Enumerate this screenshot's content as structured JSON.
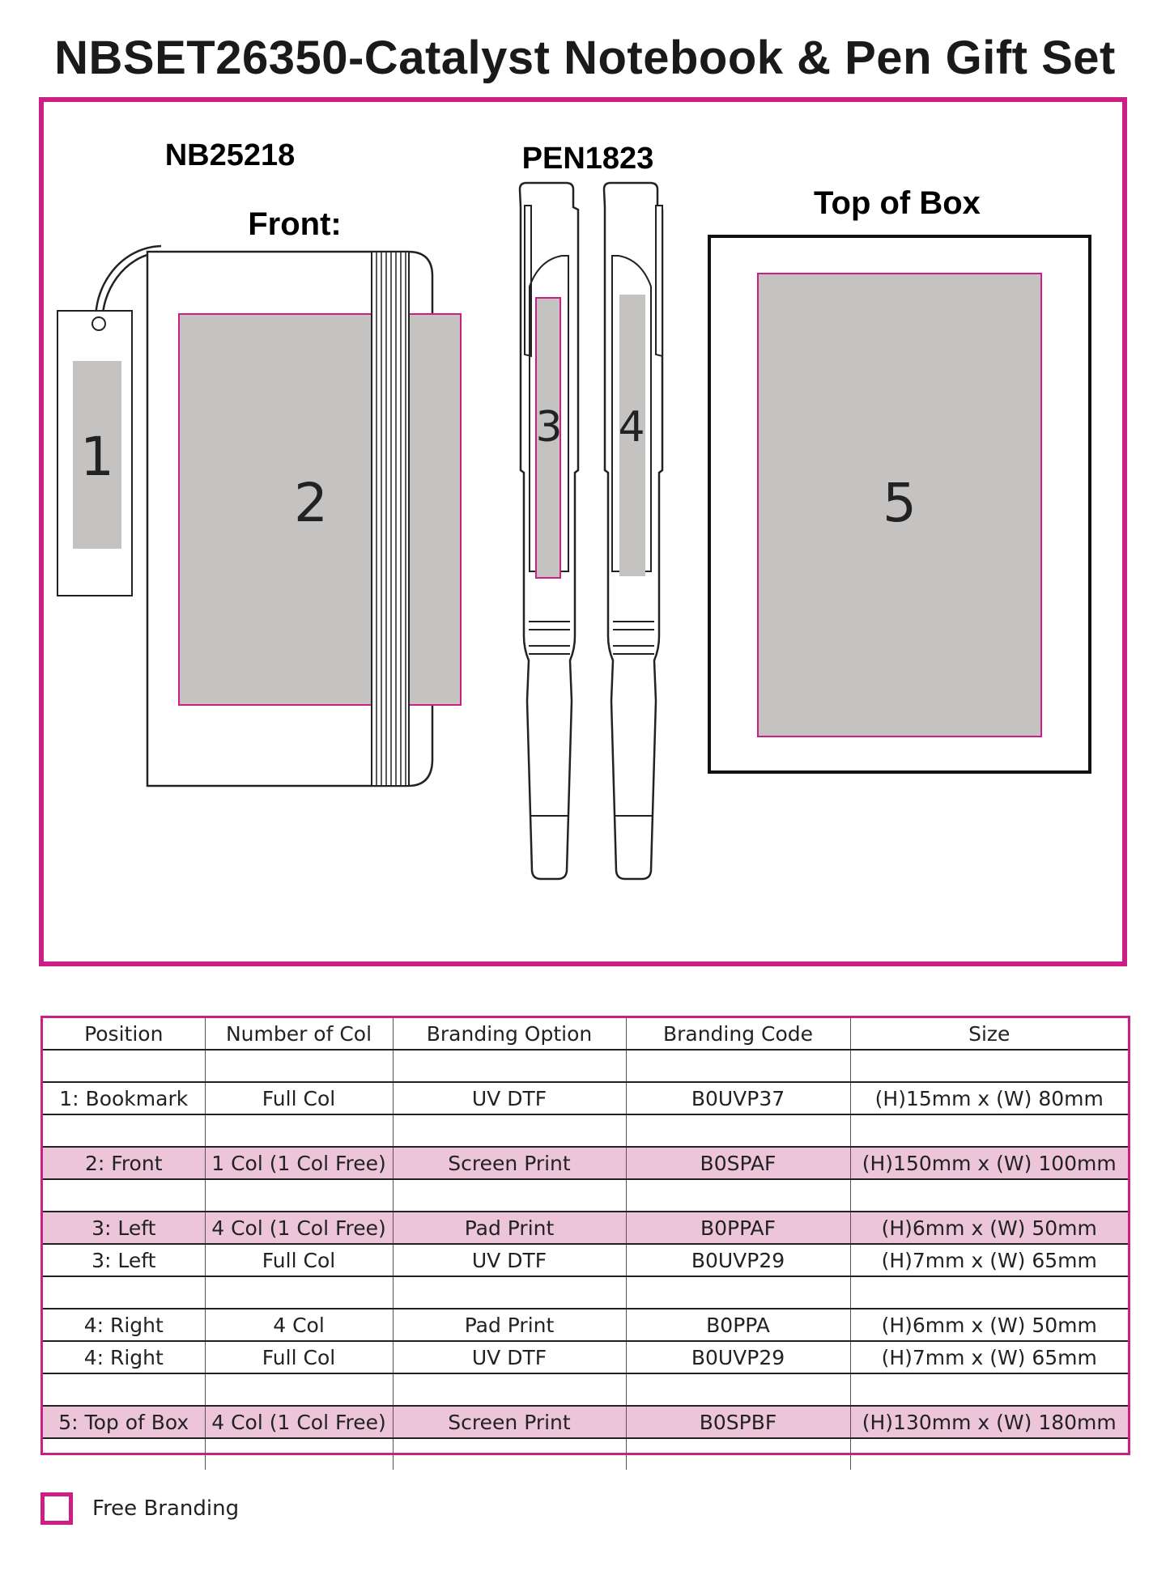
{
  "title": "NBSET26350-Catalyst Notebook & Pen Gift Set",
  "diagram": {
    "notebook_code": "NB25218",
    "pen_code": "PEN1823",
    "front_label": "Front:",
    "box_label": "Top of Box",
    "positions": [
      "1",
      "2",
      "3",
      "4",
      "5"
    ]
  },
  "table": {
    "headers": [
      "Position",
      "Number of Col",
      "Branding Option",
      "Branding Code",
      "Size"
    ],
    "rows": [
      {
        "cells": [
          "",
          "",
          "",
          "",
          ""
        ],
        "highlight": false
      },
      {
        "cells": [
          "1: Bookmark",
          "Full Col",
          "UV DTF",
          "B0UVP37",
          "(H)15mm x (W) 80mm"
        ],
        "highlight": false
      },
      {
        "cells": [
          "",
          "",
          "",
          "",
          ""
        ],
        "highlight": false
      },
      {
        "cells": [
          "2: Front",
          "1 Col (1 Col Free)",
          "Screen Print",
          "B0SPAF",
          "(H)150mm x (W) 100mm"
        ],
        "highlight": true
      },
      {
        "cells": [
          "",
          "",
          "",
          "",
          ""
        ],
        "highlight": false
      },
      {
        "cells": [
          "3: Left",
          "4 Col (1 Col Free)",
          "Pad Print",
          "B0PPAF",
          "(H)6mm x (W) 50mm"
        ],
        "highlight": true
      },
      {
        "cells": [
          "3: Left",
          "Full Col",
          "UV DTF",
          "B0UVP29",
          "(H)7mm x (W) 65mm"
        ],
        "highlight": false
      },
      {
        "cells": [
          "",
          "",
          "",
          "",
          ""
        ],
        "highlight": false
      },
      {
        "cells": [
          "4: Right",
          "4 Col",
          "Pad Print",
          "B0PPA",
          "(H)6mm x (W) 50mm"
        ],
        "highlight": false
      },
      {
        "cells": [
          "4: Right",
          "Full Col",
          "UV DTF",
          "B0UVP29",
          "(H)7mm x (W) 65mm"
        ],
        "highlight": false
      },
      {
        "cells": [
          "",
          "",
          "",
          "",
          ""
        ],
        "highlight": false
      },
      {
        "cells": [
          "5: Top of Box",
          "4 Col (1 Col Free)",
          "Screen Print",
          "B0SPBF",
          "(H)130mm x (W) 180mm"
        ],
        "highlight": true
      },
      {
        "cells": [
          "",
          "",
          "",
          "",
          ""
        ],
        "highlight": false
      }
    ]
  },
  "legend": {
    "label": "Free Branding"
  },
  "colors": {
    "brand_magenta": "#cc1f86",
    "print_area_gray": "#c4c3c1",
    "highlight_pink": "#ecc6d8"
  }
}
